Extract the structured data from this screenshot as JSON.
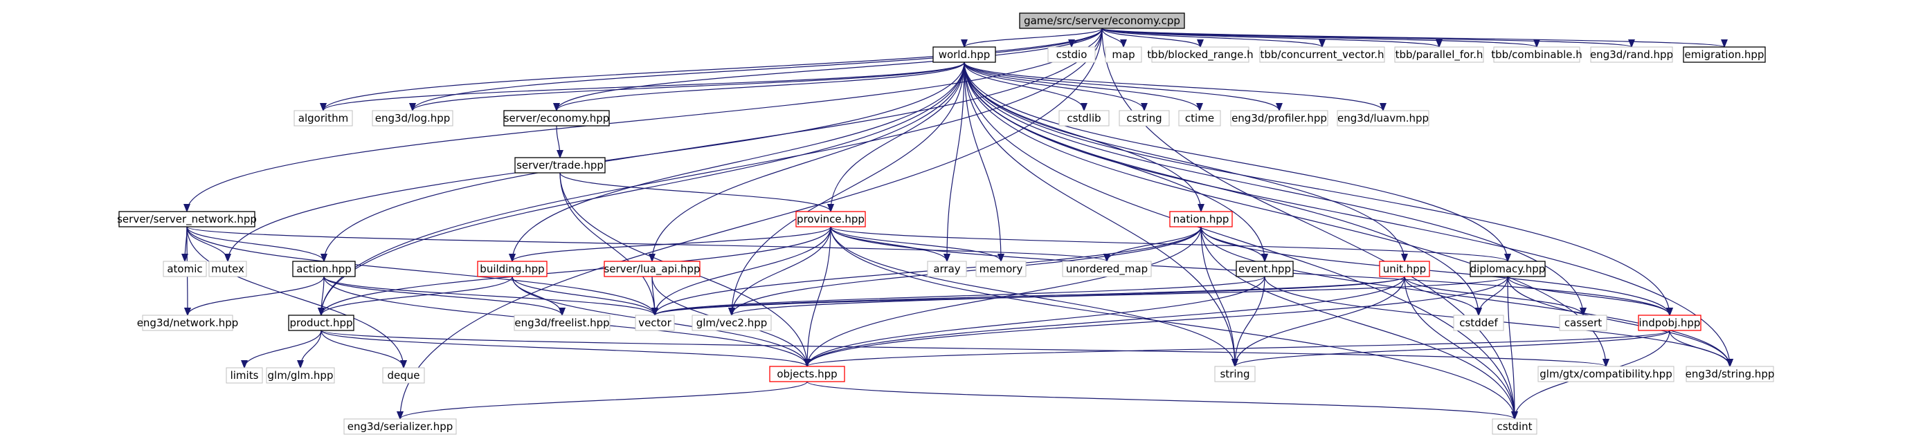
{
  "graph": {
    "title": "game/src/server/economy.cpp",
    "node_styles": {
      "root": {
        "fill": "#bfbfbf",
        "stroke": "#000000"
      },
      "documented": {
        "fill": "#ffffff",
        "stroke": "#000000"
      },
      "incomplete": {
        "fill": "#ffffff",
        "stroke": "#ff0000"
      },
      "external": {
        "fill": "#ffffff",
        "stroke": "#bfbfbf"
      },
      "edge_color": "#191970"
    },
    "nodes": {
      "economy_cpp": {
        "label": "game/src/server/economy.cpp",
        "style": "root"
      },
      "world": {
        "label": "world.hpp",
        "style": "documented"
      },
      "cstdio": {
        "label": "cstdio",
        "style": "external"
      },
      "map": {
        "label": "map",
        "style": "external"
      },
      "tbb_blocked_range": {
        "label": "tbb/blocked_range.h",
        "style": "external"
      },
      "tbb_concurrent_vector": {
        "label": "tbb/concurrent_vector.h",
        "style": "external"
      },
      "tbb_parallel_for": {
        "label": "tbb/parallel_for.h",
        "style": "external"
      },
      "tbb_combinable": {
        "label": "tbb/combinable.h",
        "style": "external"
      },
      "eng3d_rand": {
        "label": "eng3d/rand.hpp",
        "style": "external"
      },
      "emigration": {
        "label": "emigration.hpp",
        "style": "documented"
      },
      "algorithm": {
        "label": "algorithm",
        "style": "external"
      },
      "eng3d_log": {
        "label": "eng3d/log.hpp",
        "style": "external"
      },
      "server_economy": {
        "label": "server/economy.hpp",
        "style": "documented"
      },
      "cstdlib": {
        "label": "cstdlib",
        "style": "external"
      },
      "cstring": {
        "label": "cstring",
        "style": "external"
      },
      "ctime": {
        "label": "ctime",
        "style": "external"
      },
      "eng3d_profiler": {
        "label": "eng3d/profiler.hpp",
        "style": "external"
      },
      "eng3d_luavm": {
        "label": "eng3d/luavm.hpp",
        "style": "external"
      },
      "server_trade": {
        "label": "server/trade.hpp",
        "style": "documented"
      },
      "server_network": {
        "label": "server/server_network.hpp",
        "style": "documented"
      },
      "province": {
        "label": "province.hpp",
        "style": "incomplete"
      },
      "nation": {
        "label": "nation.hpp",
        "style": "incomplete"
      },
      "atomic": {
        "label": "atomic",
        "style": "external"
      },
      "mutex": {
        "label": "mutex",
        "style": "external"
      },
      "action": {
        "label": "action.hpp",
        "style": "documented"
      },
      "building": {
        "label": "building.hpp",
        "style": "incomplete"
      },
      "lua_api": {
        "label": "server/lua_api.hpp",
        "style": "incomplete"
      },
      "array": {
        "label": "array",
        "style": "external"
      },
      "memory": {
        "label": "memory",
        "style": "external"
      },
      "unordered_map": {
        "label": "unordered_map",
        "style": "external"
      },
      "event": {
        "label": "event.hpp",
        "style": "documented"
      },
      "unit": {
        "label": "unit.hpp",
        "style": "incomplete"
      },
      "diplomacy": {
        "label": "diplomacy.hpp",
        "style": "documented"
      },
      "eng3d_network": {
        "label": "eng3d/network.hpp",
        "style": "external"
      },
      "product": {
        "label": "product.hpp",
        "style": "documented"
      },
      "eng3d_freelist": {
        "label": "eng3d/freelist.hpp",
        "style": "external"
      },
      "vector": {
        "label": "vector",
        "style": "external"
      },
      "glm_vec2": {
        "label": "glm/vec2.hpp",
        "style": "external"
      },
      "cstddef": {
        "label": "cstddef",
        "style": "external"
      },
      "cassert": {
        "label": "cassert",
        "style": "external"
      },
      "indpobj": {
        "label": "indpobj.hpp",
        "style": "incomplete"
      },
      "limits": {
        "label": "limits",
        "style": "external"
      },
      "glm_glm": {
        "label": "glm/glm.hpp",
        "style": "external"
      },
      "deque": {
        "label": "deque",
        "style": "external"
      },
      "objects": {
        "label": "objects.hpp",
        "style": "incomplete"
      },
      "string": {
        "label": "string",
        "style": "external"
      },
      "glm_gtx_compat": {
        "label": "glm/gtx/compatibility.hpp",
        "style": "external"
      },
      "eng3d_string": {
        "label": "eng3d/string.hpp",
        "style": "external"
      },
      "eng3d_serializer": {
        "label": "eng3d/serializer.hpp",
        "style": "external"
      },
      "cstdint": {
        "label": "cstdint",
        "style": "external"
      }
    },
    "edges": [
      [
        "economy_cpp",
        "world"
      ],
      [
        "economy_cpp",
        "cstdio"
      ],
      [
        "economy_cpp",
        "map"
      ],
      [
        "economy_cpp",
        "tbb_blocked_range"
      ],
      [
        "economy_cpp",
        "tbb_concurrent_vector"
      ],
      [
        "economy_cpp",
        "tbb_parallel_for"
      ],
      [
        "economy_cpp",
        "tbb_combinable"
      ],
      [
        "economy_cpp",
        "eng3d_rand"
      ],
      [
        "economy_cpp",
        "emigration"
      ],
      [
        "economy_cpp",
        "algorithm"
      ],
      [
        "economy_cpp",
        "eng3d_log"
      ],
      [
        "economy_cpp",
        "server_economy"
      ],
      [
        "economy_cpp",
        "server_network"
      ],
      [
        "economy_cpp",
        "action"
      ],
      [
        "economy_cpp",
        "product"
      ],
      [
        "economy_cpp",
        "eng3d_serializer"
      ],
      [
        "economy_cpp",
        "cstdint"
      ],
      [
        "world",
        "algorithm"
      ],
      [
        "world",
        "eng3d_log"
      ],
      [
        "world",
        "server_economy"
      ],
      [
        "world",
        "cstdlib"
      ],
      [
        "world",
        "cstring"
      ],
      [
        "world",
        "ctime"
      ],
      [
        "world",
        "eng3d_profiler"
      ],
      [
        "world",
        "eng3d_luavm"
      ],
      [
        "world",
        "province"
      ],
      [
        "world",
        "nation"
      ],
      [
        "world",
        "mutex"
      ],
      [
        "world",
        "building"
      ],
      [
        "world",
        "lua_api"
      ],
      [
        "world",
        "array"
      ],
      [
        "world",
        "memory"
      ],
      [
        "world",
        "event"
      ],
      [
        "world",
        "unit"
      ],
      [
        "world",
        "diplomacy"
      ],
      [
        "world",
        "product"
      ],
      [
        "world",
        "glm_vec2"
      ],
      [
        "world",
        "cstddef"
      ],
      [
        "world",
        "cassert"
      ],
      [
        "world",
        "indpobj"
      ],
      [
        "world",
        "string"
      ],
      [
        "world",
        "eng3d_string"
      ],
      [
        "world",
        "glm_gtx_compat"
      ],
      [
        "world",
        "cstdint"
      ],
      [
        "server_economy",
        "server_trade"
      ],
      [
        "server_trade",
        "province"
      ],
      [
        "server_trade",
        "vector"
      ],
      [
        "server_trade",
        "objects"
      ],
      [
        "server_network",
        "atomic"
      ],
      [
        "server_network",
        "mutex"
      ],
      [
        "server_network",
        "action"
      ],
      [
        "server_network",
        "eng3d_network"
      ],
      [
        "server_network",
        "unordered_map"
      ],
      [
        "server_network",
        "vector"
      ],
      [
        "server_network",
        "deque"
      ],
      [
        "action",
        "eng3d_network"
      ],
      [
        "action",
        "product"
      ],
      [
        "action",
        "vector"
      ],
      [
        "action",
        "eng3d_freelist"
      ],
      [
        "action",
        "objects"
      ],
      [
        "province",
        "building"
      ],
      [
        "province",
        "array"
      ],
      [
        "province",
        "memory"
      ],
      [
        "province",
        "vector"
      ],
      [
        "province",
        "glm_vec2"
      ],
      [
        "province",
        "product"
      ],
      [
        "province",
        "objects"
      ],
      [
        "province",
        "diplomacy"
      ],
      [
        "province",
        "indpobj"
      ],
      [
        "province",
        "string"
      ],
      [
        "province",
        "cstdint"
      ],
      [
        "nation",
        "unordered_map"
      ],
      [
        "nation",
        "event"
      ],
      [
        "nation",
        "vector"
      ],
      [
        "nation",
        "glm_vec2"
      ],
      [
        "nation",
        "objects"
      ],
      [
        "nation",
        "indpobj"
      ],
      [
        "nation",
        "eng3d_string"
      ],
      [
        "nation",
        "cstdint"
      ],
      [
        "nation",
        "string"
      ],
      [
        "building",
        "product"
      ],
      [
        "building",
        "vector"
      ],
      [
        "building",
        "objects"
      ],
      [
        "building",
        "eng3d_freelist"
      ],
      [
        "lua_api",
        "vector"
      ],
      [
        "lua_api",
        "objects"
      ],
      [
        "event",
        "vector"
      ],
      [
        "event",
        "string"
      ],
      [
        "event",
        "objects"
      ],
      [
        "event",
        "eng3d_string"
      ],
      [
        "unit",
        "vector"
      ],
      [
        "unit",
        "glm_vec2"
      ],
      [
        "unit",
        "cstddef"
      ],
      [
        "unit",
        "cassert"
      ],
      [
        "unit",
        "objects"
      ],
      [
        "unit",
        "string"
      ],
      [
        "unit",
        "cstdint"
      ],
      [
        "diplomacy",
        "vector"
      ],
      [
        "diplomacy",
        "cstddef"
      ],
      [
        "diplomacy",
        "cstdint"
      ],
      [
        "diplomacy",
        "indpobj"
      ],
      [
        "diplomacy",
        "objects"
      ],
      [
        "diplomacy",
        "eng3d_string"
      ],
      [
        "product",
        "limits"
      ],
      [
        "product",
        "glm_glm"
      ],
      [
        "product",
        "deque"
      ],
      [
        "product",
        "objects"
      ],
      [
        "product",
        "glm_gtx_compat"
      ],
      [
        "indpobj",
        "objects"
      ],
      [
        "indpobj",
        "string"
      ],
      [
        "indpobj",
        "eng3d_string"
      ],
      [
        "indpobj",
        "cstdint"
      ],
      [
        "objects",
        "eng3d_serializer"
      ],
      [
        "objects",
        "cstdint"
      ]
    ]
  }
}
